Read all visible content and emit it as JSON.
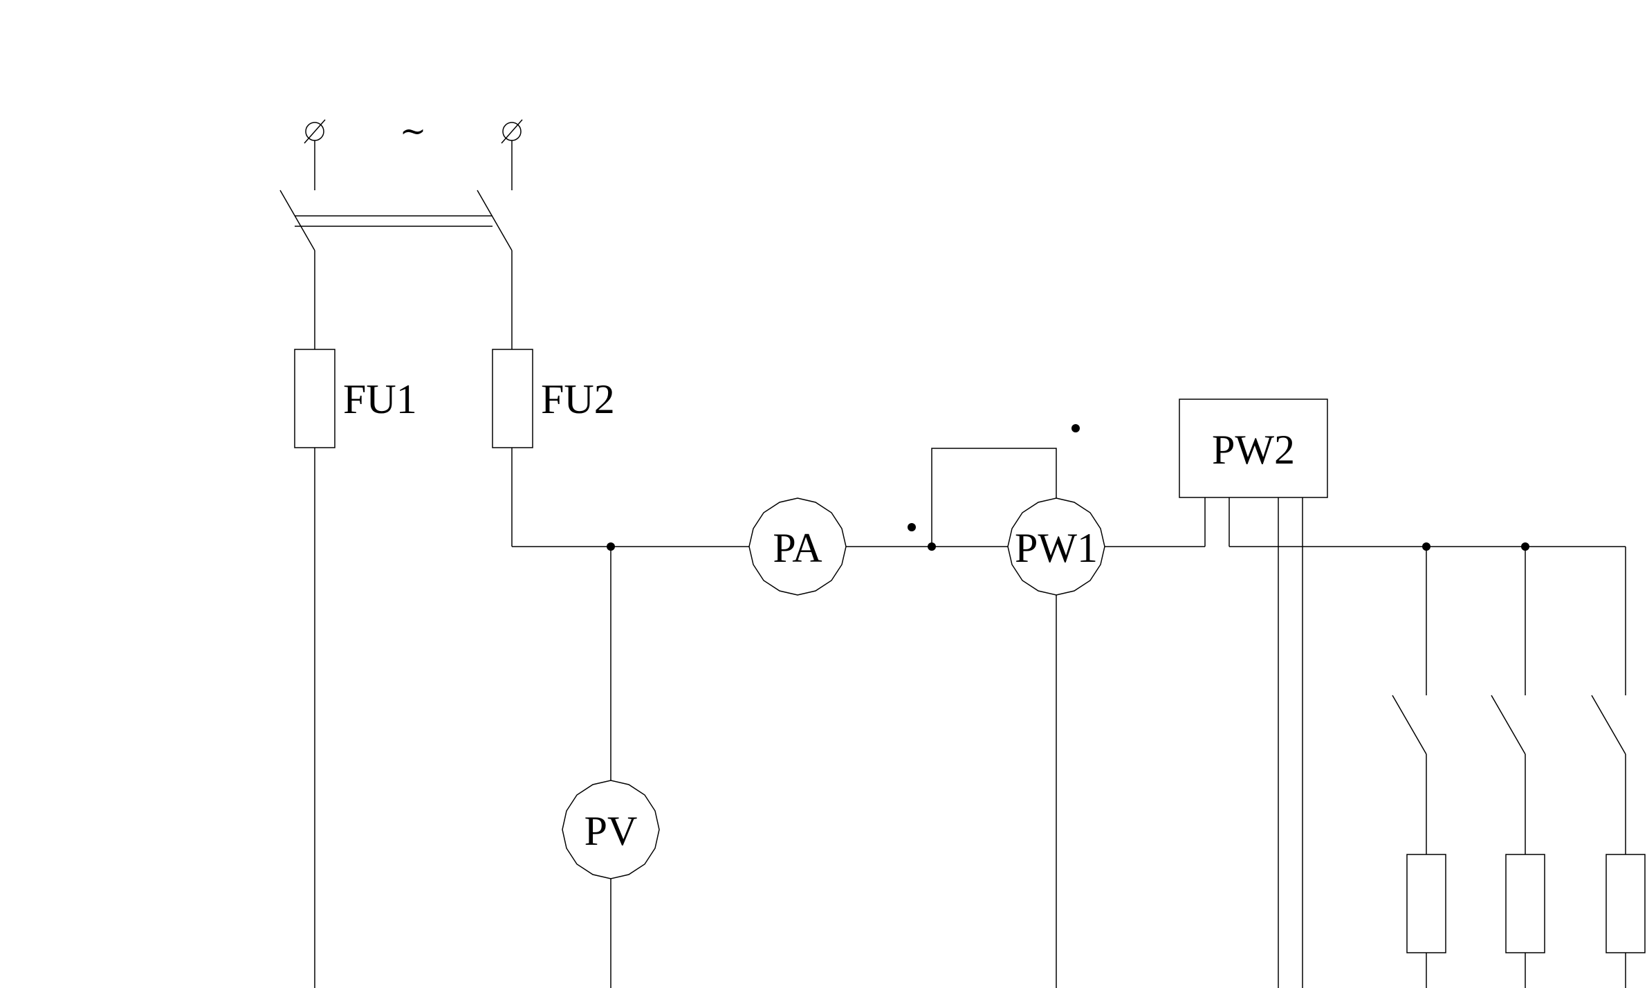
{
  "labels": {
    "fuse1": "FU1",
    "fuse2": "FU2",
    "ammeter": "PA",
    "voltmeter": "PV",
    "wattmeter1": "PW1",
    "wattmeter2": "PW2",
    "ac_symbol": "~"
  },
  "colors": {
    "ink": "#000000",
    "background": "#ffffff"
  }
}
